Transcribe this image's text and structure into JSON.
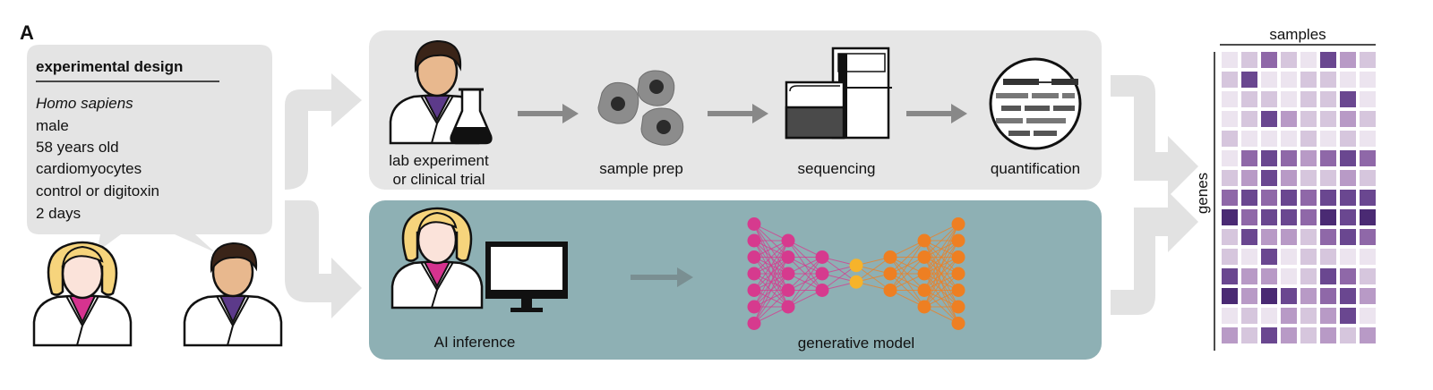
{
  "panel_label": "A",
  "design_card": {
    "title": "experimental design",
    "lines": [
      "Homo sapiens",
      "male",
      "58 years old",
      "cardiomyocytes",
      "control or digitoxin",
      "2 days"
    ]
  },
  "lab_pipeline": {
    "steps": [
      {
        "line1": "lab experiment",
        "line2": "or clinical trial"
      },
      {
        "line1": "sample prep"
      },
      {
        "line1": "sequencing"
      },
      {
        "line1": "quantification"
      }
    ]
  },
  "ai_pipeline": {
    "steps": [
      {
        "label": "AI inference"
      },
      {
        "label": "generative model"
      }
    ]
  },
  "matrix": {
    "x_label": "samples",
    "y_label": "genes",
    "palette": [
      "#ece4ef",
      "#d6c6dd",
      "#b89ac6",
      "#8f68a8",
      "#6a4790",
      "#4a2a73"
    ],
    "cells": [
      [
        0,
        1,
        3,
        1,
        0,
        4,
        2,
        1
      ],
      [
        1,
        4,
        0,
        0,
        1,
        1,
        0,
        0
      ],
      [
        0,
        1,
        1,
        0,
        1,
        1,
        4,
        0
      ],
      [
        0,
        1,
        4,
        2,
        1,
        1,
        2,
        1
      ],
      [
        1,
        0,
        0,
        0,
        1,
        0,
        1,
        0
      ],
      [
        0,
        3,
        4,
        3,
        2,
        3,
        4,
        3
      ],
      [
        1,
        2,
        4,
        2,
        1,
        1,
        2,
        1
      ],
      [
        3,
        4,
        3,
        4,
        3,
        4,
        4,
        4
      ],
      [
        5,
        3,
        4,
        4,
        3,
        5,
        4,
        5
      ],
      [
        1,
        4,
        2,
        2,
        1,
        3,
        4,
        3
      ],
      [
        1,
        0,
        4,
        0,
        1,
        1,
        0,
        0
      ],
      [
        4,
        2,
        2,
        0,
        1,
        4,
        3,
        1
      ],
      [
        5,
        2,
        5,
        4,
        2,
        3,
        4,
        2
      ],
      [
        0,
        1,
        0,
        2,
        1,
        2,
        4,
        0
      ],
      [
        2,
        1,
        4,
        2,
        1,
        2,
        1,
        2
      ]
    ]
  }
}
